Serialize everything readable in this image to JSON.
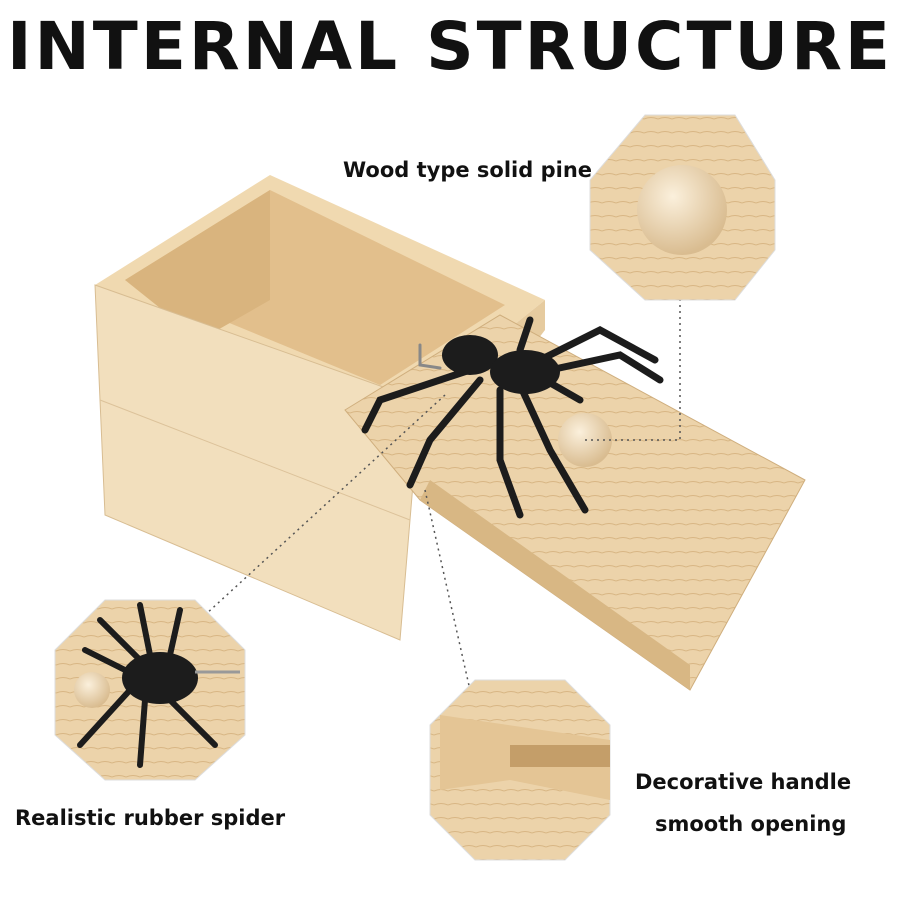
{
  "title": "INTERNAL STRUCTURE",
  "labels": {
    "wood": "Wood type solid pine",
    "spider": "Realistic rubber spider",
    "handle_line1": "Decorative handle",
    "handle_line2": "smooth opening"
  },
  "colors": {
    "wood_light": "#f1dcb8",
    "wood_mid": "#e3c496",
    "wood_dark": "#c9a370",
    "spider": "#1c1c1c",
    "text": "#111111"
  }
}
